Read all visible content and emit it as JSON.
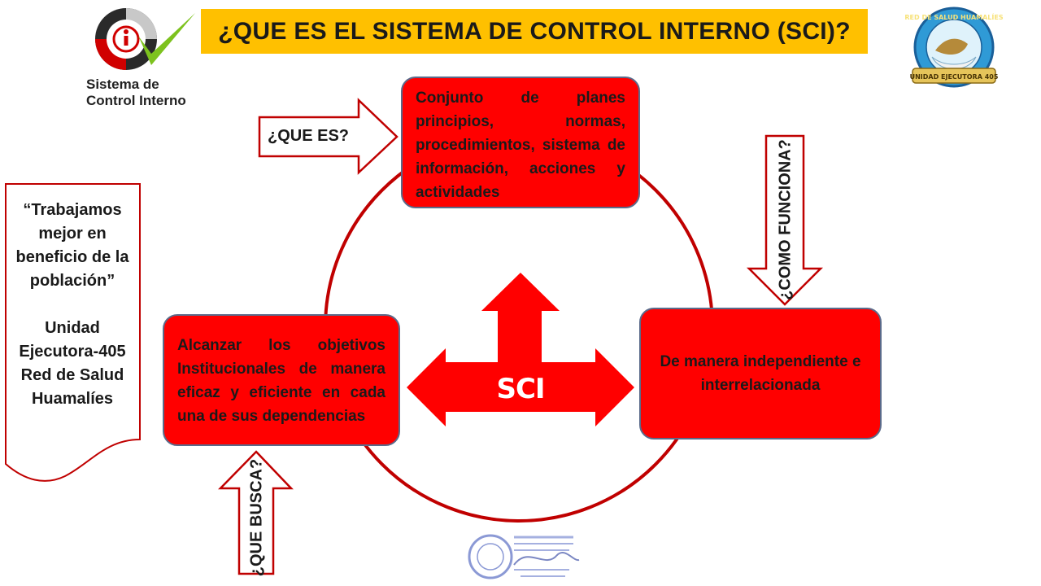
{
  "title": "¿QUE ES EL SISTEMA DE CONTROL INTERNO (SCI)?",
  "logo_left": {
    "icon": "sci-logo-icon",
    "label_line1": "Sistema de",
    "label_line2": "Control Interno"
  },
  "logo_right": {
    "icon": "red-de-salud-seal",
    "text": "RED DE SALUD HUAMALÍES",
    "ribbon": "UNIDAD EJECUTORA 405"
  },
  "center_label": "SCI",
  "boxes": {
    "top": "Conjunto de planes principios, normas, procedimientos, sistema de información, acciones y actividades",
    "left": "Alcanzar los objetivos Institucionales de manera eficaz y eficiente en cada una de sus dependencias",
    "right": "De manera independiente e interrelacionada"
  },
  "arrows": {
    "que_es": "¿QUE ES?",
    "como_funciona": "¿COMO FUNCIONA?",
    "que_busca": "¿QUE BUSCA?"
  },
  "quote": {
    "text": "“Trabajamos mejor en beneficio de la población”",
    "org_line1": "Unidad",
    "org_line2": "Ejecutora-405",
    "org_line3": "Red de Salud",
    "org_line4": "Huamalíes"
  },
  "stamp": {
    "icon": "official-stamp-signature"
  },
  "colors": {
    "banner": "#FFC000",
    "box_fill": "#FF0000",
    "circle": "#C00000",
    "arrow_outline": "#C00000"
  }
}
